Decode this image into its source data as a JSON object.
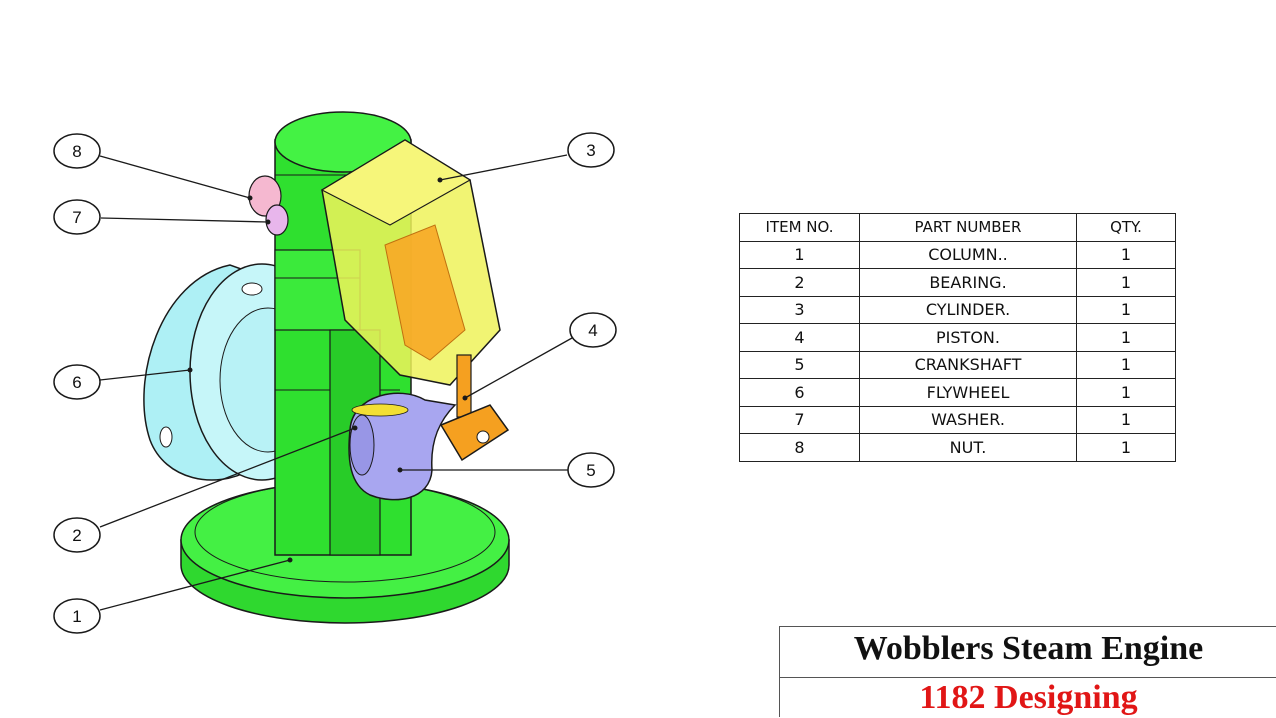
{
  "balloons": [
    {
      "number": "8"
    },
    {
      "number": "7"
    },
    {
      "number": "6"
    },
    {
      "number": "2"
    },
    {
      "number": "1"
    },
    {
      "number": "3"
    },
    {
      "number": "4"
    },
    {
      "number": "5"
    }
  ],
  "bom": {
    "headers": {
      "item": "ITEM NO.",
      "part": "PART NUMBER",
      "qty": "QTY."
    },
    "rows": [
      {
        "item": "1",
        "part": "COLUMN..",
        "qty": "1"
      },
      {
        "item": "2",
        "part": "BEARING.",
        "qty": "1"
      },
      {
        "item": "3",
        "part": "CYLINDER.",
        "qty": "1"
      },
      {
        "item": "4",
        "part": "PISTON.",
        "qty": "1"
      },
      {
        "item": "5",
        "part": "CRANKSHAFT",
        "qty": "1"
      },
      {
        "item": "6",
        "part": "FLYWHEEL",
        "qty": "1"
      },
      {
        "item": "7",
        "part": "WASHER.",
        "qty": "1"
      },
      {
        "item": "8",
        "part": "NUT.",
        "qty": "1"
      }
    ]
  },
  "title_block": {
    "title": "Wobblers Steam Engine",
    "subtitle": "1182 Designing"
  },
  "colors": {
    "column": "#33ee33",
    "flywheel": "#aef0f5",
    "cylinder": "#f2f24a",
    "piston": "#f5a020",
    "crankshaft": "#a8a6f0",
    "nut": "#f5b8d0",
    "subtitle": "#e11616"
  }
}
